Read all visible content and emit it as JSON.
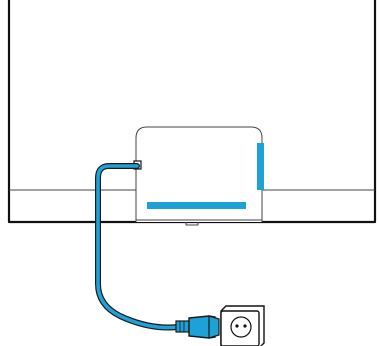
{
  "diagram": {
    "subject": "monitor-rear-power-connection",
    "parts": [
      {
        "id": "monitor-body",
        "icon": "monitor-back-icon"
      },
      {
        "id": "rear-panel",
        "icon": "panel-icon"
      },
      {
        "id": "power-port",
        "icon": "power-port-icon"
      },
      {
        "id": "power-cable",
        "icon": "cable-icon"
      },
      {
        "id": "power-plug",
        "icon": "plug-icon"
      },
      {
        "id": "wall-socket",
        "icon": "socket-icon"
      }
    ],
    "colors": {
      "line": "#111111",
      "panel_line": "#444444",
      "accent": "#1da1d6",
      "cable_outline": "#1a1a1a",
      "background": "#ffffff"
    }
  }
}
